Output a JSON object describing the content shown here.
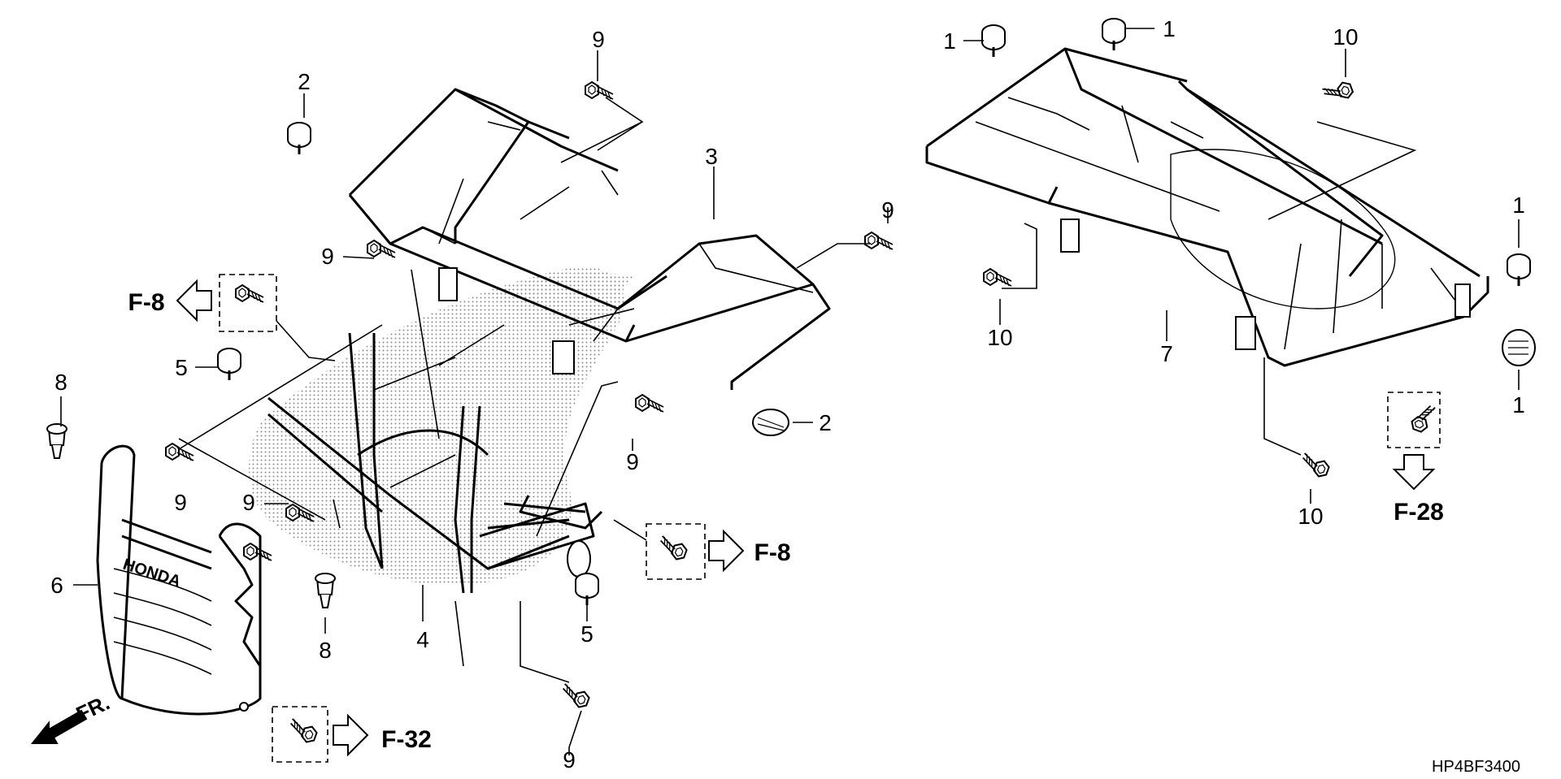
{
  "diagram_code": "HP4BF3400",
  "front_label": "FR.",
  "refs": {
    "f8_left": "F-8",
    "f8_right": "F-8",
    "f32": "F-32",
    "f28": "F-28"
  },
  "callouts": {
    "c9_top": "9",
    "c2_top": "2",
    "c3": "3",
    "c9_right_rack": "9",
    "c9_mid": "9",
    "c5_left": "5",
    "c8_top": "8",
    "c9_left": "9",
    "c2_bottom": "2",
    "c9_center_right": "9",
    "c9_lower_left": "9",
    "c6": "6",
    "c8_bottom": "8",
    "c4": "4",
    "c5_bottom": "5",
    "c9_bottom": "9",
    "c1_top_left": "1",
    "c1_top_mid": "1",
    "c10_top": "10",
    "c1_right_top": "1",
    "c10_left": "10",
    "c7": "7",
    "c1_right_bottom": "1",
    "c10_bottom": "10"
  },
  "colors": {
    "ink": "#000000",
    "background": "#ffffff",
    "shading": "#9a9a9a"
  },
  "icons": [
    "reference-arrow-icon",
    "front-direction-arrow-icon",
    "bolt-icon",
    "grommet-icon",
    "clip-icon"
  ]
}
